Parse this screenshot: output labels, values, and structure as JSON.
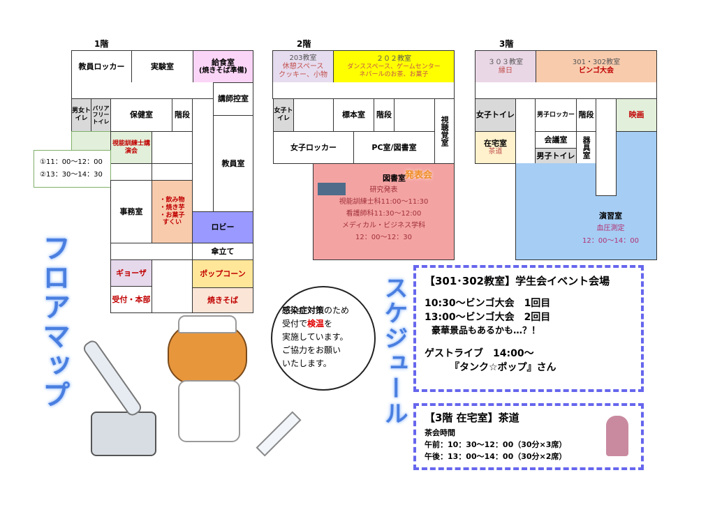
{
  "floor1": {
    "label": "1階",
    "rooms": {
      "teacher_locker": "教員ロッカー",
      "lab": "実験室",
      "kitchen": "給食室",
      "kitchen_sub": "(焼きそば準備)",
      "lecturer_room": "講師控室",
      "unisex_toilet": "男女トイレ",
      "barrier_free_toilet": "バリアフリートイレ",
      "health_room": "保健室",
      "stairs": "階段",
      "lecture": "視能訓練士講演会",
      "staff_room": "教員室",
      "office": "事務室",
      "snacks": [
        "・飲み物",
        "・焼き芋",
        "・お菓子",
        "すくい"
      ],
      "lobby": "ロビー",
      "umbrella": "傘立て",
      "gyoza": "ギョーザ",
      "popcorn": "ポップコーン",
      "reception": "受付・本部",
      "yakisoba": "焼きそば"
    },
    "lecture_times": [
      "①11：00～12：00",
      "②13：30～14：30"
    ]
  },
  "floor2": {
    "label": "2階",
    "rooms": {
      "room203": "203教室",
      "room203_lines": [
        "休憩スペース",
        "クッキー、小物"
      ],
      "room202": "２０２教室",
      "room202_lines": [
        "ダンススペース、ゲームセンター",
        "ネパールのお茶、お菓子"
      ],
      "womens_toilet": "女子トイレ",
      "specimen_room": "標本室",
      "stairs": "階段",
      "av_room": "視聴覚室",
      "womens_locker": "女子ロッカー",
      "pc_library": "PC室/図書室",
      "library": "図書室",
      "presentation_badge": "発表会",
      "library_lines": [
        "研究発表",
        "視能訓練士科11:00～11:30",
        "看護師科11:30～12:00",
        "メディカル・ビジネス学科",
        "12：00～12：30"
      ]
    }
  },
  "floor3": {
    "label": "3階",
    "rooms": {
      "room303": "３０３教室",
      "room303_sub": "縁日",
      "room301_302": "301・302教室",
      "room301_302_sub": "ビンゴ大会",
      "womens_toilet": "女子トイレ",
      "home_room": "在宅室",
      "home_room_sub": "茶道",
      "mens_locker": "男子ロッカー",
      "stairs": "階段",
      "meeting_room": "会議室",
      "mens_toilet": "男子トイレ",
      "equipment_room": "器具室",
      "movie": "映画",
      "practice_room": "演習室",
      "practice_sub": "血圧測定",
      "practice_time": "12：00～14：00"
    }
  },
  "titles": {
    "floor_map": "フロアマップ",
    "schedule": "スケジュール"
  },
  "notice": {
    "line1_bold": "感染症対策",
    "line1_rest": "のため",
    "line2_pre": "受付で",
    "line2_red": "検温",
    "line2_post": "を",
    "line3": "実施しています。",
    "line4": "ご協力をお願い",
    "line5": "いたします。"
  },
  "schedule1": {
    "heading": "【301･302教室】学生会イベント会場",
    "lines": [
      "10:30～ビンゴ大会　1回目",
      "13:00～ビンゴ大会　2回目",
      "豪華景品もあるかも…？！"
    ],
    "live": "ゲストライブ　14:00～",
    "artist": "『タンク☆ポップ』さん"
  },
  "schedule2": {
    "heading": "【3階 在宅室】茶道",
    "sub": "茶会時間",
    "am": "午前：10：30～12：00（30分×3席）",
    "pm": "午後：13：00～14：00（30分×2席）"
  }
}
